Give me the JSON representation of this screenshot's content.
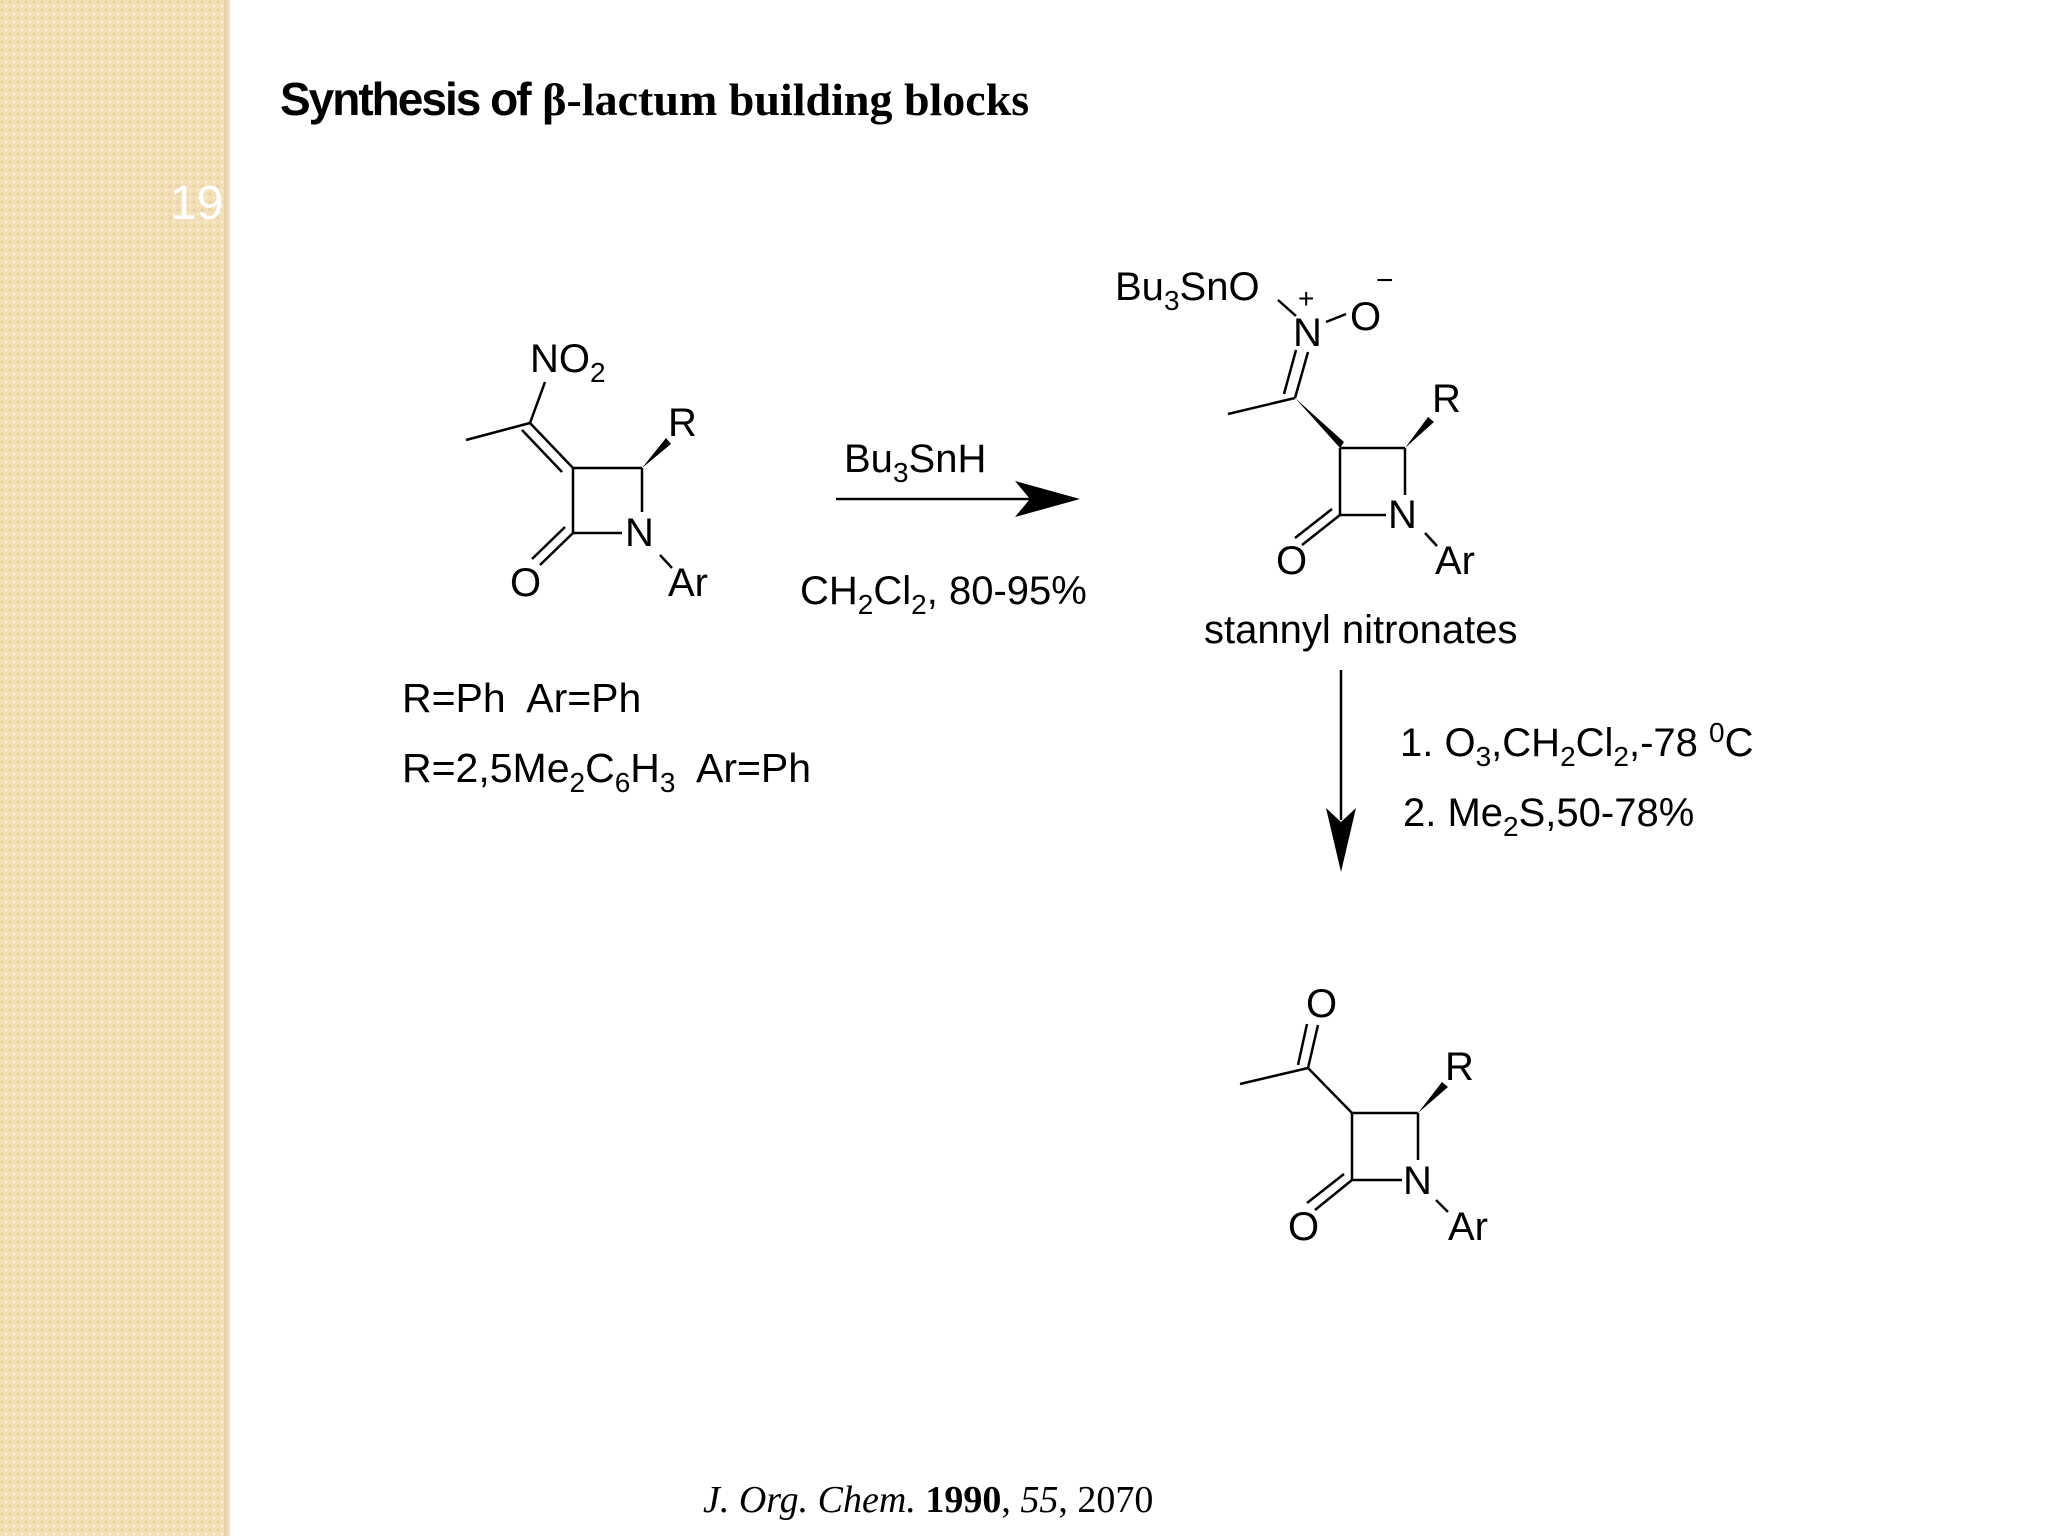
{
  "slide": {
    "number": "19",
    "title_part1": "Synthesis of",
    "title_part2": "β-lactum building blocks"
  },
  "substituents": {
    "line1": "R=Ph  Ar=Ph",
    "line2_a": "R=2,5Me",
    "line2_sub1": "2",
    "line2_b": "C",
    "line2_sub2": "6",
    "line2_c": "H",
    "line2_sub3": "3",
    "line2_d": "  Ar=Ph"
  },
  "step1": {
    "reagent": "Bu",
    "reagent_sub": "3",
    "reagent_rest": "SnH",
    "conditions_a": "CH",
    "conditions_sub1": "2",
    "conditions_b": "Cl",
    "conditions_sub2": "2",
    "conditions_c": ", 80-95%"
  },
  "intermediate": {
    "label": "stannyl nitronates"
  },
  "step2": {
    "line1_a": "1. O",
    "line1_sub1": "3",
    "line1_b": ",CH",
    "line1_sub2": "2",
    "line1_c": "Cl",
    "line1_sub3": "2",
    "line1_d": ",-78 ",
    "line1_sup": "0",
    "line1_e": "C",
    "line2_a": "2. Me",
    "line2_sub": "2",
    "line2_b": "S,50-78%"
  },
  "atoms": {
    "no2": "NO",
    "no2_sub": "2",
    "r": "R",
    "n": "N",
    "ar": "Ar",
    "o": "O",
    "bu3sno_a": "Bu",
    "bu3sno_sub": "3",
    "bu3sno_b": "SnO",
    "plus": "+",
    "minus": "−",
    "nitro_n": "N",
    "nitro_o": "O"
  },
  "citation": {
    "journal": "J. Org. Chem.",
    "year": "1990",
    "volume": "55",
    "page": "2070"
  }
}
